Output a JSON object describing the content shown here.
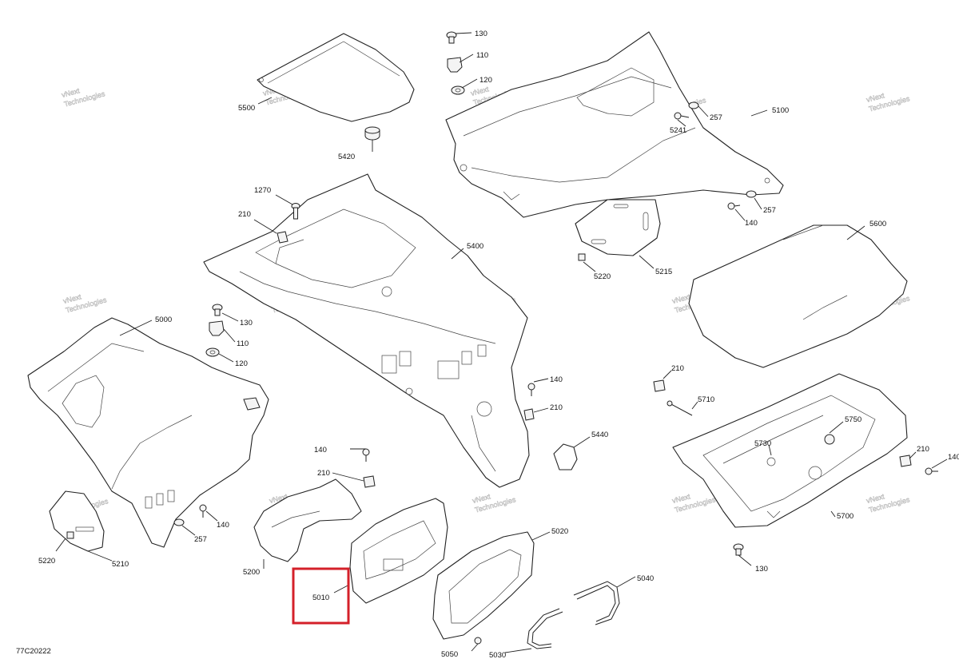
{
  "figure_code": "77C20222",
  "watermark": [
    "vNext",
    "Technologies"
  ],
  "highlight_color": "#d4202a",
  "highlighted_part": "5010",
  "callouts": {
    "p130_top": "130",
    "p110_top": "110",
    "p120_top": "120",
    "p5500": "5500",
    "p5420": "5420",
    "p5100": "5100",
    "p5241": "5241",
    "p257_a": "257",
    "p257_b": "257",
    "p140_a": "140",
    "p1270": "1270",
    "p210_a": "210",
    "p5400": "5400",
    "p5220_a": "5220",
    "p5215": "5215",
    "p5600": "5600",
    "p5000": "5000",
    "p130_mid": "130",
    "p110_mid": "110",
    "p120_mid": "120",
    "p140_b": "140",
    "p210_b": "210",
    "p5440": "5440",
    "p210_c": "210",
    "p5710": "5710",
    "p5750": "5750",
    "p5730": "5730",
    "p210_d": "210",
    "p140_c": "140",
    "p5700": "5700",
    "p130_bot": "130",
    "p140_d": "140",
    "p210_e": "210",
    "p5200": "5200",
    "p5010": "5010",
    "p5020": "5020",
    "p5040": "5040",
    "p5050": "5050",
    "p5030": "5030",
    "p5220_b": "5220",
    "p5210": "5210",
    "p140_e": "140",
    "p257_c": "257"
  }
}
